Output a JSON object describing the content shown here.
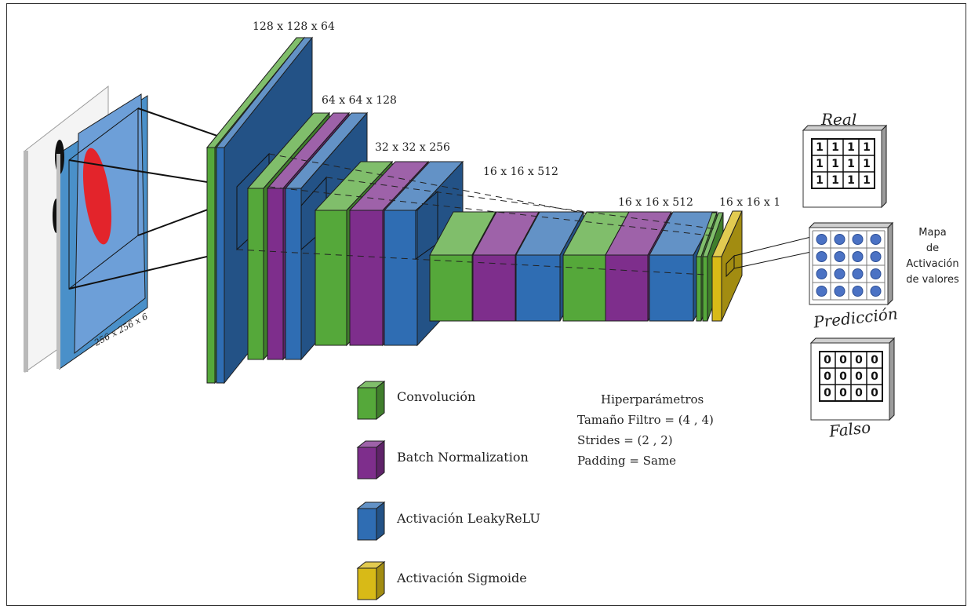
{
  "colors": {
    "convolucion": "#55a83a",
    "batch_normalization": "#7e2e8c",
    "leaky_relu": "#2f6db3",
    "sigmoide": "#d8ba17"
  },
  "input": {
    "label": "256 x 256 x 6"
  },
  "layer_labels": [
    "128 x 128 x 64",
    "64 x 64 x 128",
    "32 x 32  x 256",
    "16 x 16 x 512",
    "16 x 16 x 512",
    "16 x 16 x 1"
  ],
  "legend": [
    {
      "label": "Convolución",
      "color_key": "convolucion"
    },
    {
      "label": "Batch Normalization",
      "color_key": "batch_normalization"
    },
    {
      "label": "Activación LeakyReLU",
      "color_key": "leaky_relu"
    },
    {
      "label": "Activación Sigmoide",
      "color_key": "sigmoide"
    }
  ],
  "hyperparams": {
    "title": "Hiperparámetros",
    "lines": [
      "Tamaño Filtro = (4 , 4)",
      "Strides = (2 , 2)",
      "Padding = Same"
    ]
  },
  "outputs": {
    "real": {
      "title": "Real",
      "values": [
        [
          "1",
          "1",
          "1",
          "1"
        ],
        [
          "1",
          "1",
          "1",
          "1"
        ],
        [
          "1",
          "1",
          "1",
          "1"
        ]
      ]
    },
    "prediccion": {
      "title": "Predicción"
    },
    "falso": {
      "title": "Falso",
      "values": [
        [
          "0",
          "0",
          "0",
          "0"
        ],
        [
          "0",
          "0",
          "0",
          "0"
        ],
        [
          "0",
          "0",
          "0",
          "0"
        ]
      ]
    }
  },
  "mapa_label": [
    "Mapa",
    "de",
    "Activación",
    "de valores"
  ]
}
